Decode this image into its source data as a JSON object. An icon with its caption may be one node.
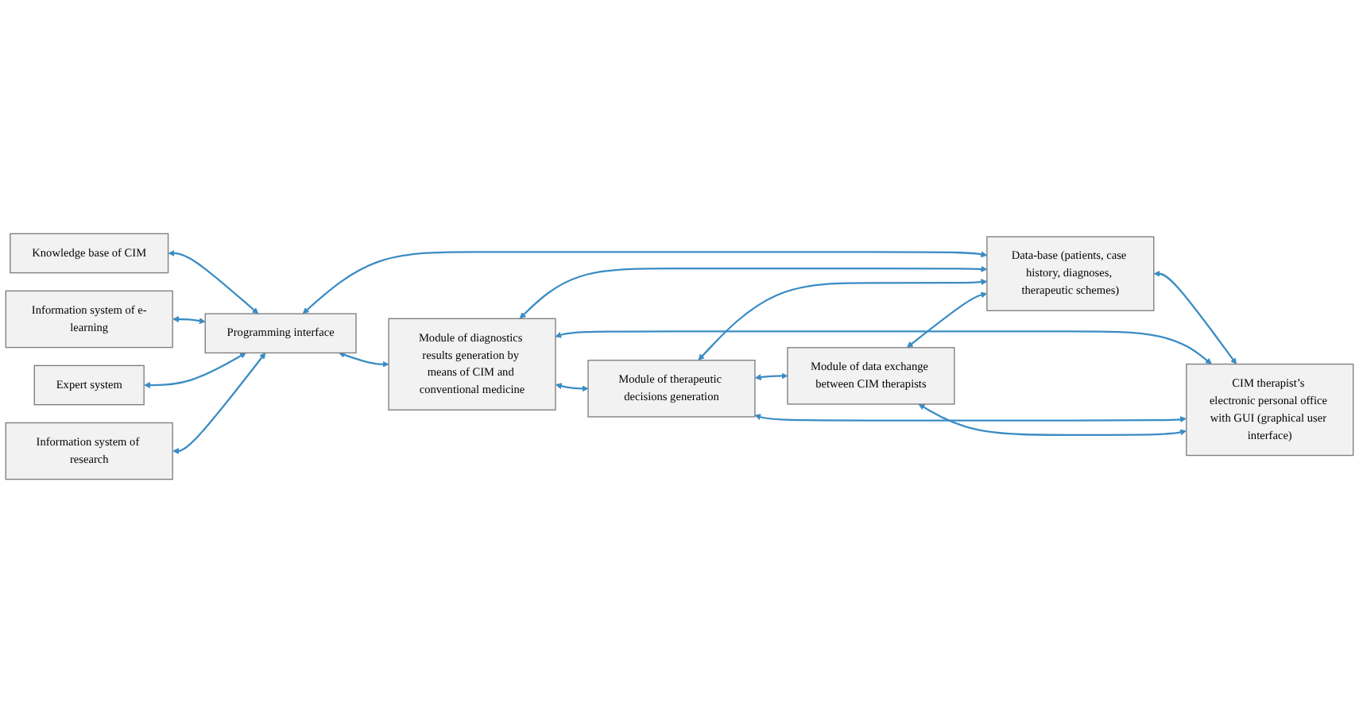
{
  "diagram": {
    "nodes": [
      {
        "text": [
          "Knowledge base of CIM"
        ]
      },
      {
        "text": [
          "Information system of e-learning"
        ]
      },
      {
        "text": [
          "Expert system"
        ]
      },
      {
        "text": [
          "Information system of research"
        ]
      },
      {
        "text": [
          "Programming interface"
        ]
      },
      {
        "text": [
          "CIM therapist’s electronic personal office with GUI (graphical user interface)"
        ]
      },
      {
        "text": [
          "Module of diagnostics results generation by means of CIM and conventional medicine"
        ]
      },
      {
        "text": [
          "Module of therapeutic decisions generation"
        ]
      },
      {
        "text": [
          "Module of data exchange between CIM therapists"
        ]
      },
      {
        "text": [
          "Data-base (patients, case history, diagnoses, therapeutic schemes)"
        ]
      }
    ],
    "edges": [
      {
        "from": 0,
        "to": 4,
        "arrow": "both"
      },
      {
        "from": 1,
        "to": 4,
        "arrow": "both"
      },
      {
        "from": 2,
        "to": 4,
        "arrow": "both"
      },
      {
        "from": 3,
        "to": 4,
        "arrow": "both"
      },
      {
        "from": 4,
        "to": 6,
        "arrow": "both"
      },
      {
        "from": 4,
        "to": 9,
        "arrow": "both"
      },
      {
        "from": 5,
        "to": 6,
        "arrow": "both"
      },
      {
        "from": 5,
        "to": 7,
        "arrow": "both"
      },
      {
        "from": 5,
        "to": 8,
        "arrow": "both"
      },
      {
        "from": 6,
        "to": 7,
        "arrow": "both"
      },
      {
        "from": 7,
        "to": 8,
        "arrow": "both"
      },
      {
        "from": 6,
        "to": 9,
        "arrow": "both"
      },
      {
        "from": 7,
        "to": 9,
        "arrow": "both"
      },
      {
        "from": 8,
        "to": 9,
        "arrow": "both"
      },
      {
        "from": 9,
        "to": 5,
        "arrow": "both"
      }
    ]
  }
}
